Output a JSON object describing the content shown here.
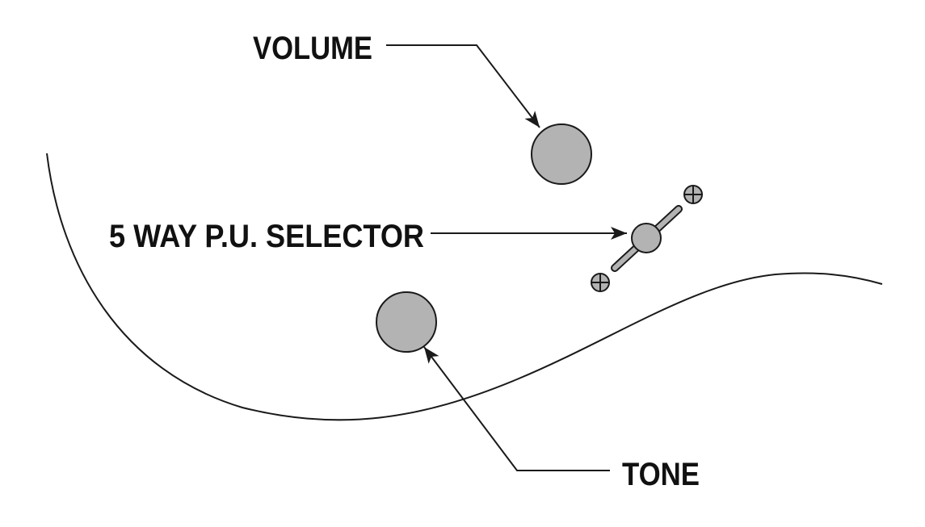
{
  "diagram": {
    "labels": {
      "volume": "VOLUME",
      "selector": "5 WAY P.U. SELECTOR",
      "tone": "TONE"
    },
    "colors": {
      "knob_fill": "#b3b3b3",
      "line": "#1a1a1a",
      "background": "#ffffff"
    }
  }
}
